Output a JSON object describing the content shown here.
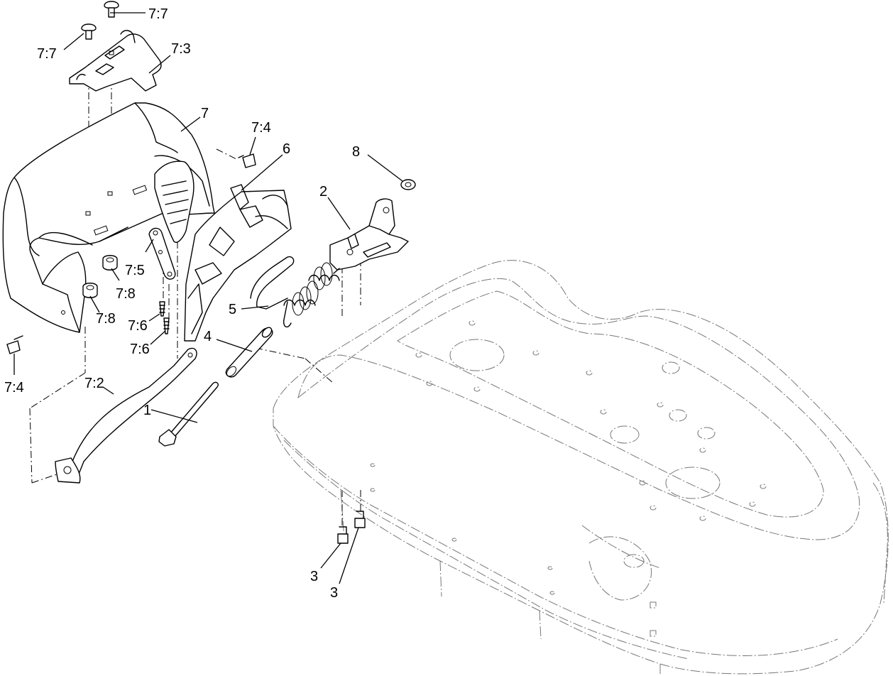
{
  "callouts": [
    {
      "id": "c1",
      "text": "1"
    },
    {
      "id": "c2",
      "text": "2"
    },
    {
      "id": "c3a",
      "text": "3"
    },
    {
      "id": "c3b",
      "text": "3"
    },
    {
      "id": "c4",
      "text": "4"
    },
    {
      "id": "c5",
      "text": "5"
    },
    {
      "id": "c6",
      "text": "6"
    },
    {
      "id": "c7",
      "text": "7"
    },
    {
      "id": "c8",
      "text": "8"
    },
    {
      "id": "c72",
      "text": "7:2"
    },
    {
      "id": "c73",
      "text": "7:3"
    },
    {
      "id": "c74a",
      "text": "7:4"
    },
    {
      "id": "c74b",
      "text": "7:4"
    },
    {
      "id": "c75",
      "text": "7:5"
    },
    {
      "id": "c76a",
      "text": "7:6"
    },
    {
      "id": "c76b",
      "text": "7:6"
    },
    {
      "id": "c77a",
      "text": "7:7"
    },
    {
      "id": "c77b",
      "text": "7:7"
    },
    {
      "id": "c78a",
      "text": "7:8"
    },
    {
      "id": "c78b",
      "text": "7:8"
    }
  ]
}
